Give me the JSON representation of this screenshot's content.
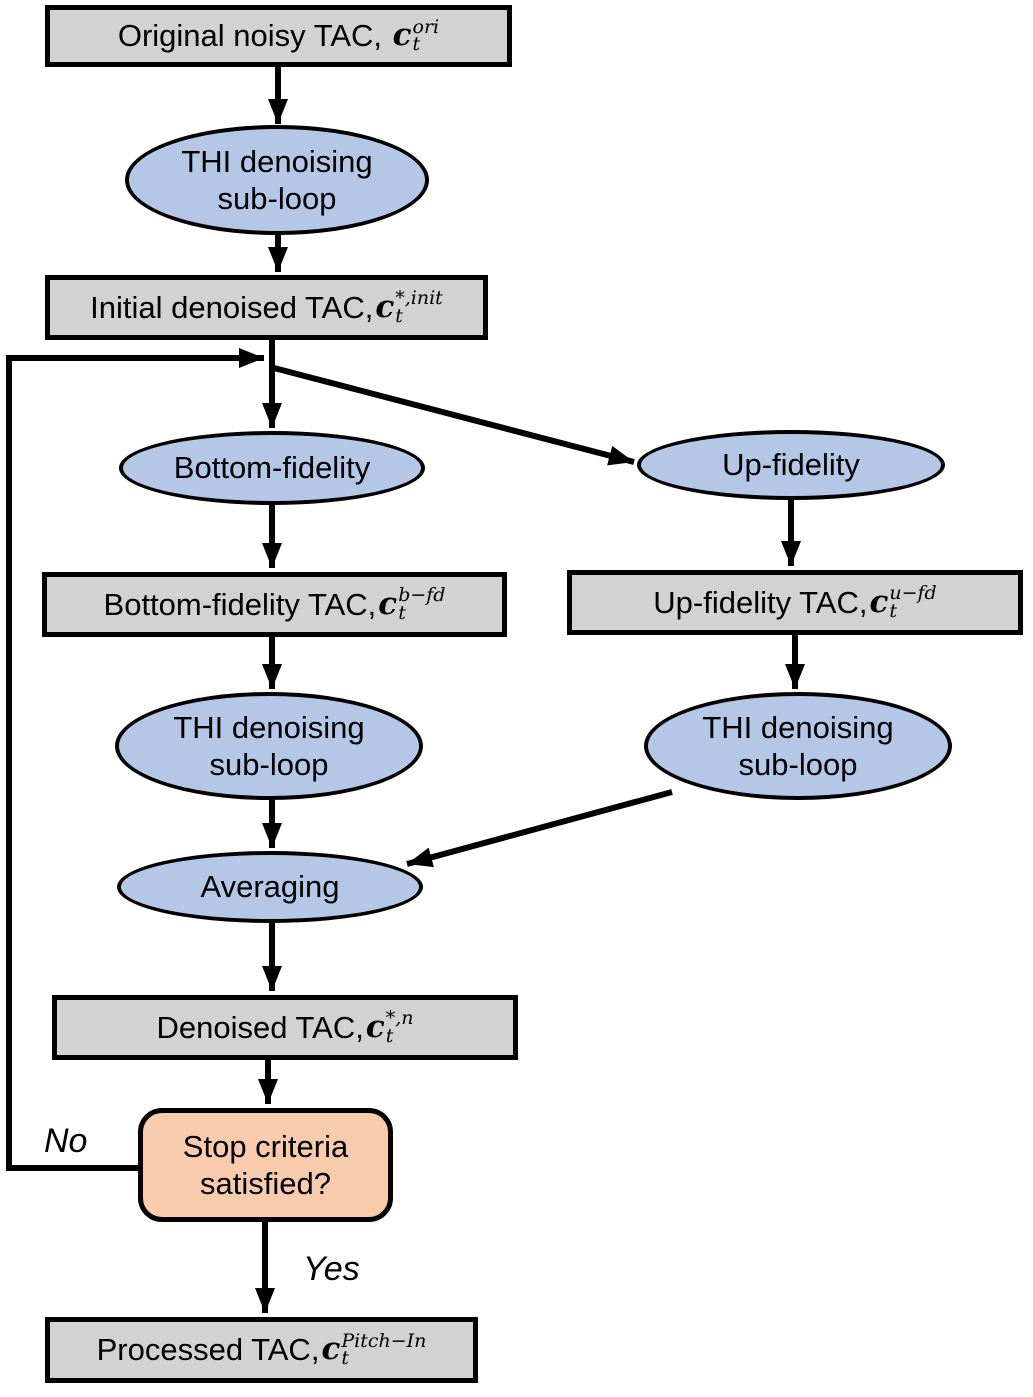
{
  "nodes": {
    "original": {
      "label": "Original noisy TAC, ",
      "sym": "c",
      "sub": "t",
      "sup": "ori"
    },
    "thi1": {
      "line1": "THI denoising",
      "line2": "sub-loop"
    },
    "initial": {
      "label": "Initial denoised TAC,",
      "sym": "c",
      "sub": "t",
      "sup": "*,init"
    },
    "bottom_fidelity": {
      "label": "Bottom-fidelity"
    },
    "up_fidelity": {
      "label": "Up-fidelity"
    },
    "bottom_tac": {
      "label": "Bottom-fidelity TAC,",
      "sym": "c",
      "sub": "t",
      "sup": "b−fd"
    },
    "up_tac": {
      "label": "Up-fidelity TAC,",
      "sym": "c",
      "sub": "t",
      "sup": "u−fd"
    },
    "thi2": {
      "line1": "THI denoising",
      "line2": "sub-loop"
    },
    "thi3": {
      "line1": "THI denoising",
      "line2": "sub-loop"
    },
    "averaging": {
      "label": "Averaging"
    },
    "denoised": {
      "label": "Denoised TAC,",
      "sym": "c",
      "sub": "t",
      "sup": "*,n"
    },
    "stop": {
      "line1": "Stop criteria",
      "line2": "satisfied?"
    },
    "processed": {
      "label": "Processed TAC,",
      "sym": "c",
      "sub": "t",
      "sup": "Pitch−In"
    }
  },
  "edges": {
    "no_label": "No",
    "yes_label": "Yes"
  },
  "colors": {
    "box_fill": "#d2d2d2",
    "ellipse_fill": "#b4c7e7",
    "decision_fill": "#f8cbad",
    "stroke": "#000000"
  }
}
